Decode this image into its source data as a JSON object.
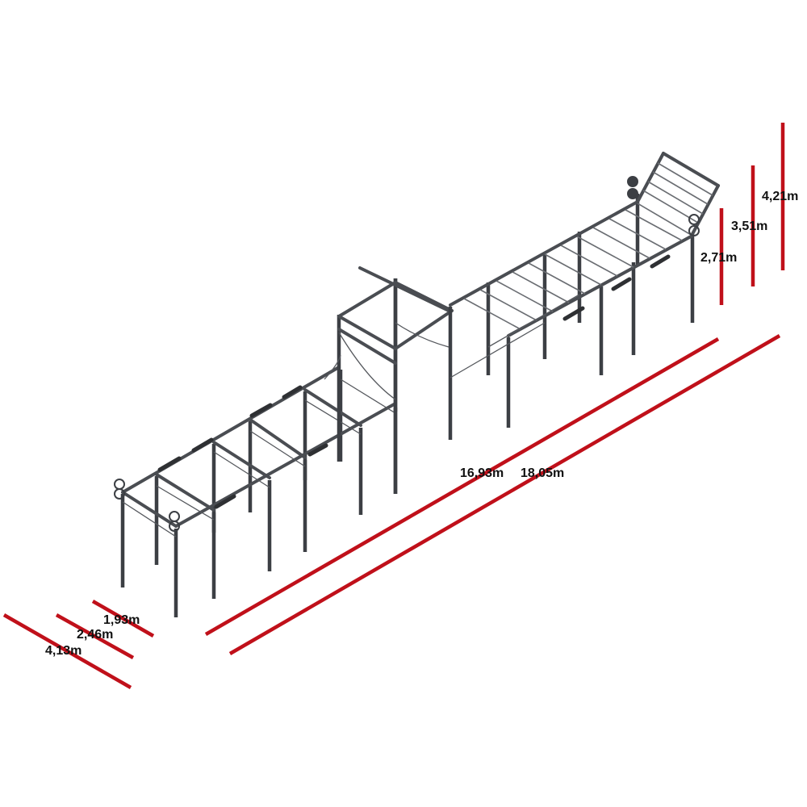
{
  "diagram": {
    "dimensions": {
      "width_inner": "1,93m",
      "width_mid": "2,46m",
      "width_outer": "4,13m",
      "length_inner": "16,93m",
      "length_outer": "18,05m",
      "height_low": "2,71m",
      "height_mid": "3,51m",
      "height_high": "4,21m"
    },
    "colors": {
      "dimension_line": "#c0101a",
      "frame": "#3c3f44",
      "background": "#ffffff"
    },
    "structure": "modular steel rig with monkey-bar ladder, pull-up stations and weight-plate storage"
  }
}
